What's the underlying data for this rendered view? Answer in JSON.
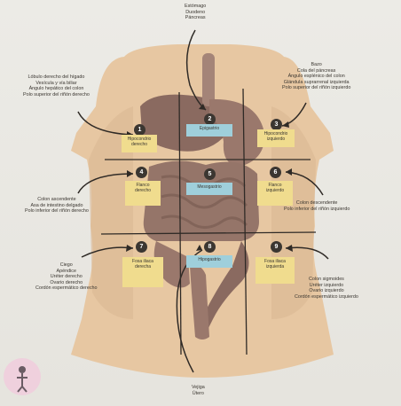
{
  "regions": [
    {
      "id": "r1",
      "number": "1",
      "name": [
        "Hipocondrio",
        "derecho"
      ],
      "color": "y"
    },
    {
      "id": "r2",
      "number": "2",
      "name": [
        "Epigastrio"
      ],
      "color": "b"
    },
    {
      "id": "r3",
      "number": "3",
      "name": [
        "Hipocondrio",
        "izquierdo"
      ],
      "color": "y"
    },
    {
      "id": "r4",
      "number": "4",
      "name": [
        "Flanco",
        "derecho"
      ],
      "color": "y"
    },
    {
      "id": "r5",
      "number": "5",
      "name": [
        "Mesogastrio"
      ],
      "color": "b"
    },
    {
      "id": "r6",
      "number": "6",
      "name": [
        "Flanco",
        "izquierdo"
      ],
      "color": "y"
    },
    {
      "id": "r7",
      "number": "7",
      "name": [
        "Fosa iliaca",
        "derecha"
      ],
      "color": "y"
    },
    {
      "id": "r8",
      "number": "8",
      "name": [
        "Hipogastrio"
      ],
      "color": "b"
    },
    {
      "id": "r9",
      "number": "9",
      "name": [
        "Fosa iliaca",
        "izquierda"
      ],
      "color": "y"
    }
  ],
  "callouts": {
    "top": [
      "Estómago",
      "Duodeno",
      "Páncreas"
    ],
    "upper_left": [
      "Lóbulo derecho del hígado",
      "Vesícula y vía biliar",
      "Ángulo hepático del colon",
      "Polo superior del riñón derecho"
    ],
    "upper_right": [
      "Bazo",
      "Cola del páncreas",
      "Ángulo esplénico del colon",
      "Glándula suprarrenal izquierda",
      "Polo superior del riñón izquierdo"
    ],
    "mid_left": [
      "Colon ascendente",
      "Asa de intestino delgado",
      "Polo inferior del riñón derecho"
    ],
    "mid_right": [
      "Colon descendente",
      "Polo inferior del riñón izquierdo"
    ],
    "lower_left": [
      "Ciego",
      "Apéndice",
      "Uréter derecho",
      "Ovario derecho",
      "Cordón espermático derecho"
    ],
    "lower_right": [
      "Colon sigmoides",
      "Uréter izquierdo",
      "Ovario izquierdo",
      "Cordón espermático izquierdo"
    ],
    "bottom": [
      "Vejiga",
      "Útero"
    ]
  },
  "colors": {
    "torso": "#e7c7a2",
    "region_yellow": "#f0dc8e",
    "region_blue": "#9fcfdb",
    "organ_dark": "#8a6a60",
    "organ_mid": "#a48478",
    "badge": "#3b3631"
  }
}
